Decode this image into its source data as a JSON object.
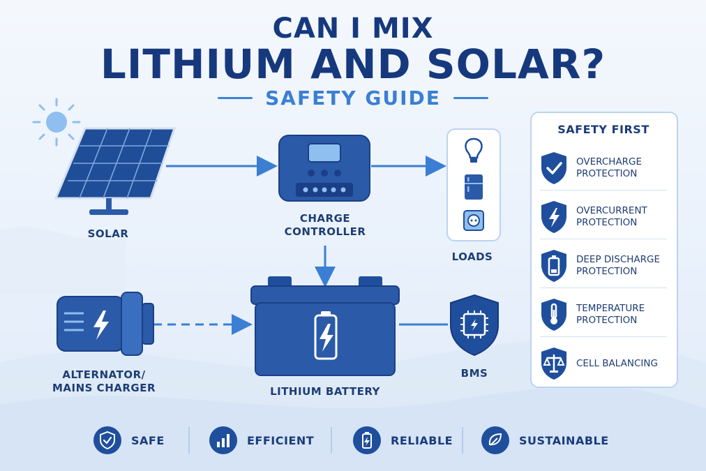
{
  "header": {
    "title_line1": "CAN I MIX",
    "title_line2": "LITHIUM AND SOLAR?",
    "subtitle": "SAFETY GUIDE"
  },
  "diagram": {
    "nodes": {
      "solar": "SOLAR",
      "charge_controller_line1": "CHARGE",
      "charge_controller_line2": "CONTROLLER",
      "loads": "LOADS",
      "alternator_line1": "ALTERNATOR/",
      "alternator_line2": "MAINS CHARGER",
      "battery": "LITHIUM BATTERY",
      "bms": "BMS"
    },
    "icons": {
      "sun": "sun-icon",
      "solar_panel": "solar-panel-icon",
      "charge_controller": "charge-controller-icon",
      "light_bulb": "light-bulb-icon",
      "fridge": "fridge-icon",
      "socket": "power-socket-icon",
      "alternator": "alternator-icon",
      "battery": "battery-icon",
      "bms": "bms-chip-shield-icon"
    }
  },
  "safety_panel": {
    "title": "SAFETY FIRST",
    "items": [
      {
        "line1": "OVERCHARGE",
        "line2": "PROTECTION",
        "icon": "shield-check-icon"
      },
      {
        "line1": "OVERCURRENT",
        "line2": "PROTECTION",
        "icon": "shield-bolt-icon"
      },
      {
        "line1": "DEEP DISCHARGE",
        "line2": "PROTECTION",
        "icon": "shield-battery-icon"
      },
      {
        "line1": "TEMPERATURE",
        "line2": "PROTECTION",
        "icon": "shield-thermometer-icon"
      },
      {
        "line1": "CELL BALANCING",
        "line2": "",
        "icon": "shield-scales-icon"
      }
    ]
  },
  "footer": {
    "items": [
      {
        "label": "SAFE",
        "icon": "shield-check-icon"
      },
      {
        "label": "EFFICIENT",
        "icon": "bar-chart-icon"
      },
      {
        "label": "RELIABLE",
        "icon": "battery-bolt-icon"
      },
      {
        "label": "SUSTAINABLE",
        "icon": "leaf-icon"
      }
    ]
  },
  "colors": {
    "navy": "#16397e",
    "accent_blue": "#3a7fd3",
    "device_blue": "#2b5aa8",
    "background": "#eef4fb"
  }
}
